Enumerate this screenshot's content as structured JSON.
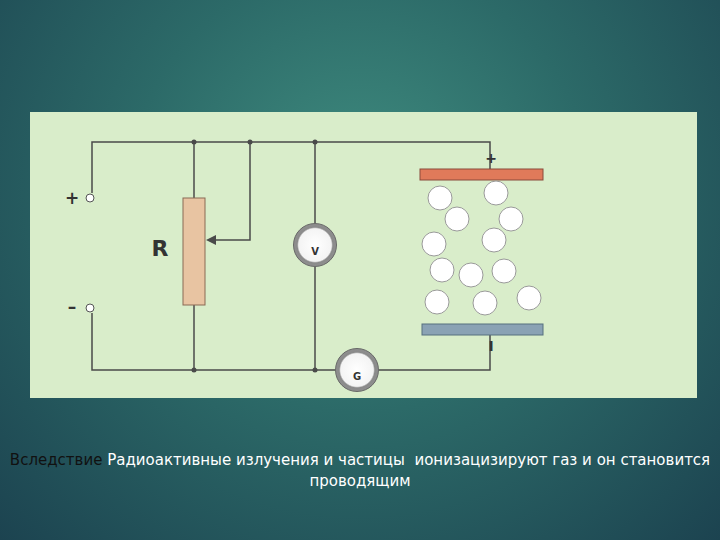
{
  "diagram": {
    "caption": "Радиоактивные излучения и частицы  ионизацизируют газ и он становится проводящим",
    "nodes": [
      {
        "text": [
          "V"
        ]
      },
      {
        "text": [
          "G"
        ]
      }
    ],
    "labels": [
      "+",
      "–",
      "R",
      "+",
      "I",
      "Вследствие"
    ]
  }
}
